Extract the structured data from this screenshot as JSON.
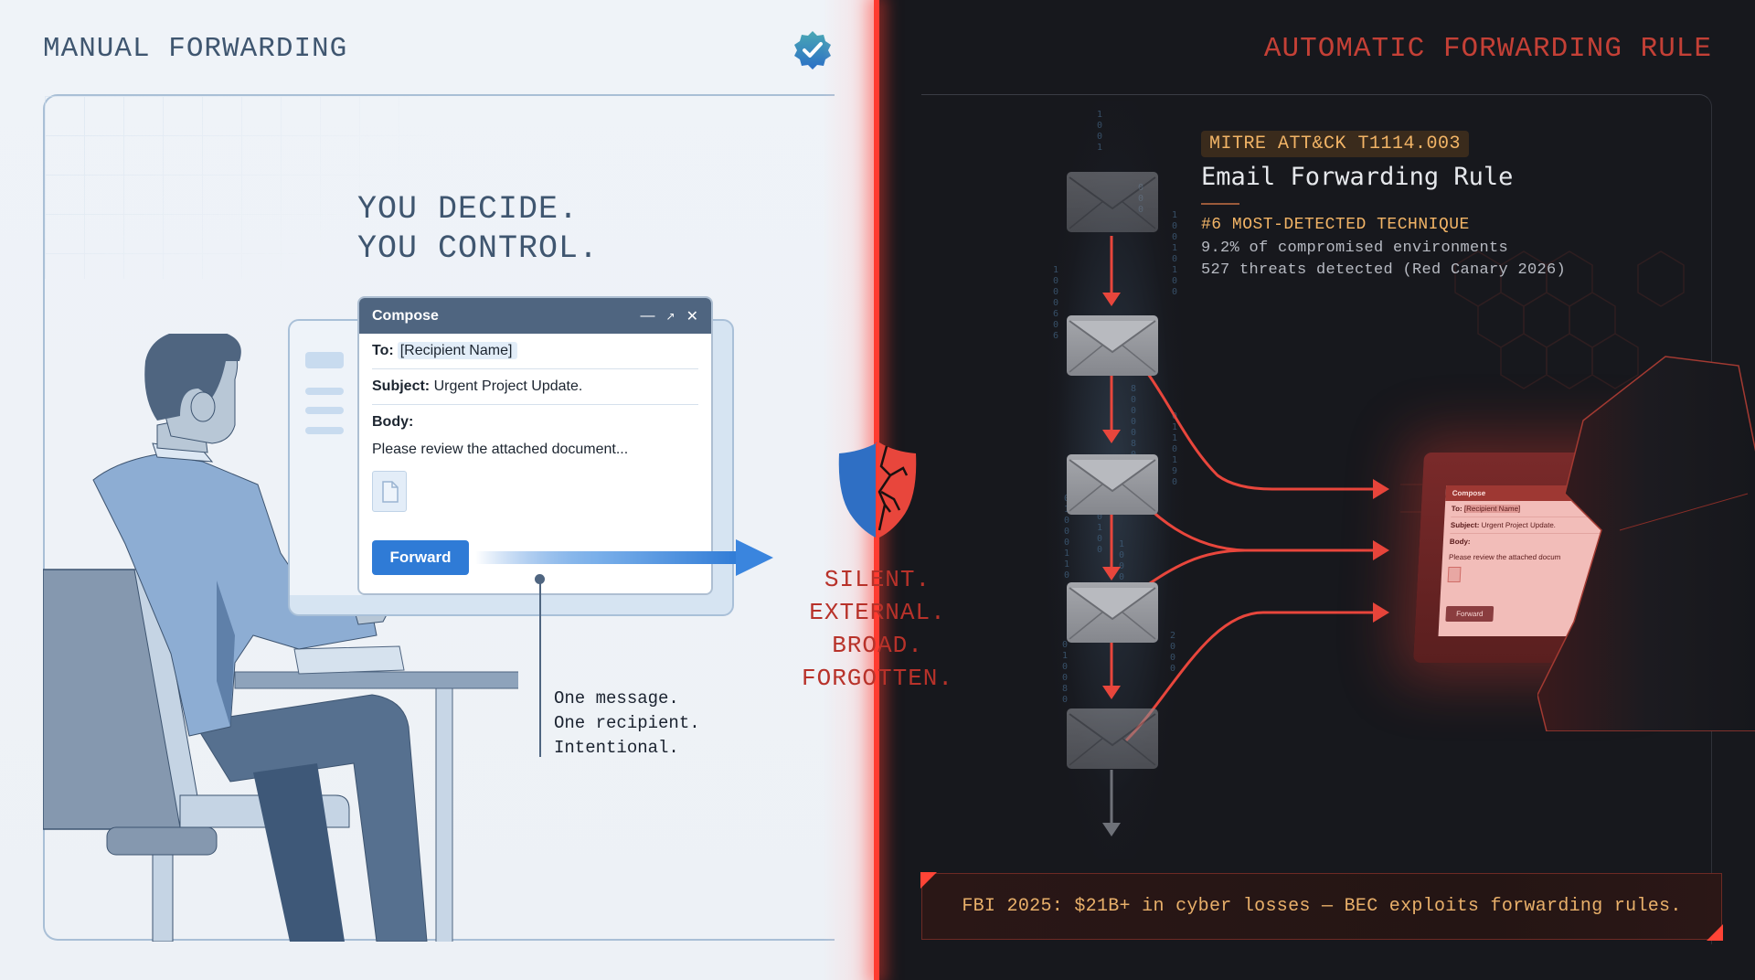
{
  "left": {
    "title": "MANUAL FORWARDING",
    "badge_icon": "verified-check-badge-icon",
    "tagline": [
      "YOU DECIDE.",
      "YOU CONTROL."
    ],
    "compose": {
      "title": "Compose",
      "controls": [
        "minimize-icon",
        "expand-icon",
        "close-icon"
      ],
      "to_label": "To:",
      "to_value": "[Recipient Name]",
      "subject_label": "Subject:",
      "subject_value": "Urgent Project Update.",
      "body_label": "Body:",
      "body_text": "Please review the attached document...",
      "attachment_icon": "document-icon",
      "forward_button": "Forward"
    },
    "callout": [
      "One message.",
      "One recipient.",
      "Intentional."
    ],
    "colors": {
      "background": "#eff3f8",
      "text": "#3f5670",
      "accent": "#2f7bd6",
      "header": "#4f6580"
    }
  },
  "center": {
    "shield_icon": "split-cracked-shield-icon",
    "words": [
      "SILENT.",
      "EXTERNAL.",
      "BROAD.",
      "FORGOTTEN."
    ],
    "colors": {
      "divider": "#ff3b30",
      "words": "#b8322a",
      "shield_left": "#2f6fc4",
      "shield_right": "#e8463c"
    }
  },
  "right": {
    "title": "AUTOMATIC FORWARDING RULE",
    "mitre_tag": "MITRE ATT&CK T1114.003",
    "rule_title": "Email Forwarding Rule",
    "stat_heading": "#6 MOST-DETECTED TECHNIQUE",
    "stat_lines": [
      "9.2% of compromised environments",
      "527 threats detected (Red Canary 2026)"
    ],
    "envelope_count": 5,
    "mini_compose": {
      "title": "Compose",
      "to_label": "To:",
      "to_value": "[Recipient Name]",
      "subject_label": "Subject:",
      "subject_value": "Urgent Project Update.",
      "body_label": "Body:",
      "body_text": "Please review the attached docum",
      "forward_button": "Forward"
    },
    "footer": "FBI 2025: $21B+ in cyber losses — BEC exploits forwarding rules.",
    "colors": {
      "background": "#17181d",
      "title": "#c44036",
      "tag_text": "#f2b466",
      "arrows": "#e8463c",
      "footer_text": "#e9b06a"
    }
  }
}
